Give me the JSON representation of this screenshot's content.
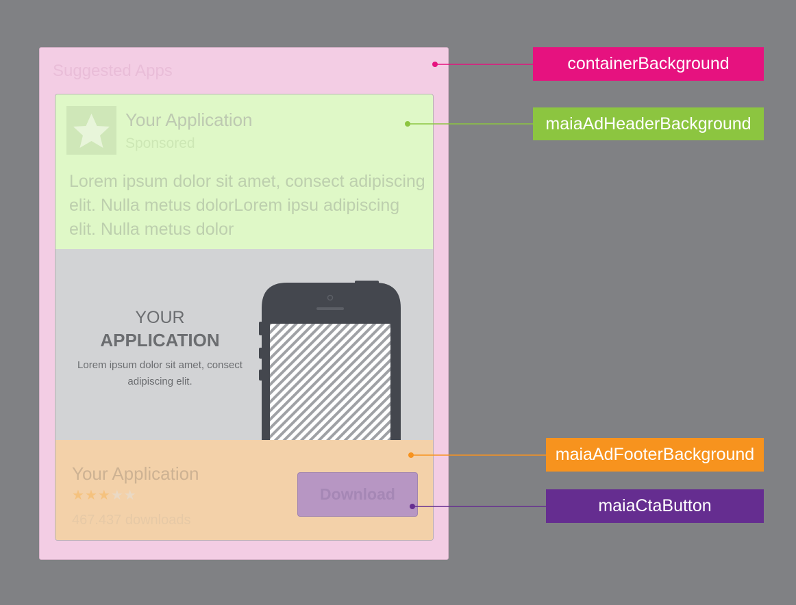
{
  "container": {
    "title": "Suggested Apps",
    "background_color": "#f3cde4"
  },
  "ad_header": {
    "background_color": "#dff8c7",
    "icon": "star-icon",
    "app_name": "Your Application",
    "sponsored_label": "Sponsored",
    "body_text": "Lorem ipsum dolor sit amet, consect adipiscing elit. Nulla metus dolorLorem ipsu adipiscing elit. Nulla metus dolor"
  },
  "ad_image": {
    "line1": "YOUR",
    "line2": "APPLICATION",
    "description": "Lorem ipsum dolor sit amet, consect adipiscing elit.",
    "background_color": "#d2d3d5"
  },
  "ad_footer": {
    "background_color": "#f3d1a9",
    "app_name": "Your Application",
    "rating": 3,
    "rating_max": 5,
    "downloads": "467.437 downloads",
    "cta_label": "Download",
    "cta_color": "#b796c3"
  },
  "annotations": [
    {
      "id": "container",
      "label": "containerBackground",
      "color": "#e6127f"
    },
    {
      "id": "header",
      "label": "maiaAdHeaderBackground",
      "color": "#8cc540"
    },
    {
      "id": "footer",
      "label": "maiaAdFooterBackground",
      "color": "#f7931e"
    },
    {
      "id": "cta",
      "label": "maiaCtaButton",
      "color": "#652d90"
    }
  ]
}
